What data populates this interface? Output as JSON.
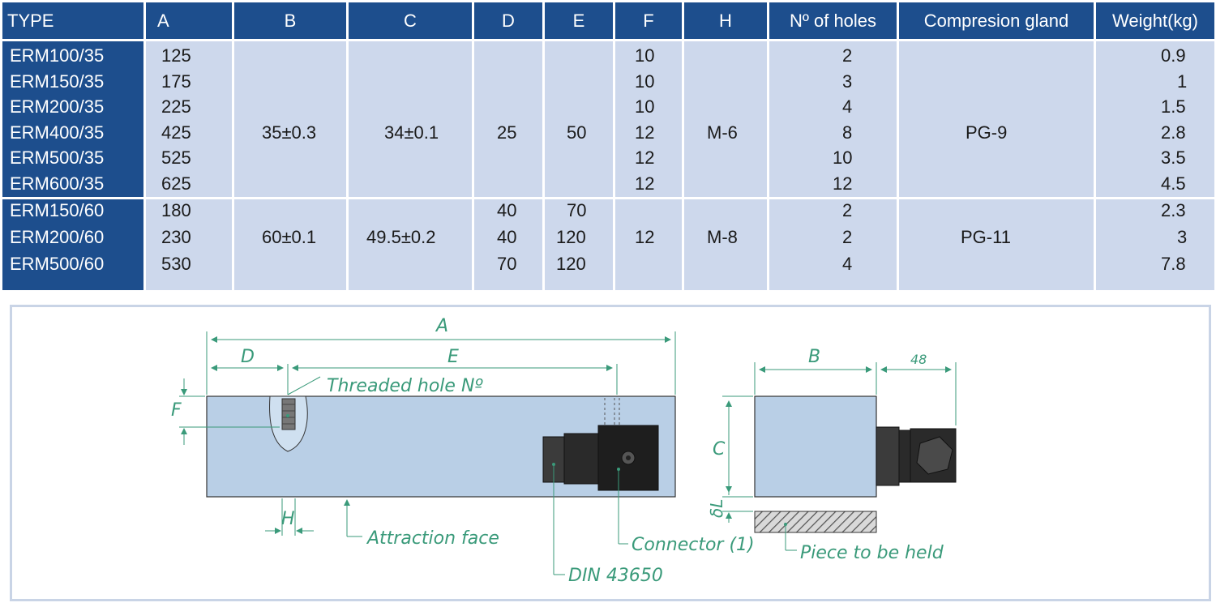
{
  "table": {
    "headers": [
      "TYPE",
      "A",
      "B",
      "C",
      "D",
      "E",
      "F",
      "H",
      "Nº of holes",
      "Compresion gland",
      "Weight(kg)"
    ],
    "rows": [
      {
        "type": "ERM100/35",
        "A": "125",
        "F": "10",
        "holes": "2",
        "weight": "0.9"
      },
      {
        "type": "ERM150/35",
        "A": "175",
        "F": "10",
        "holes": "3",
        "weight": "1"
      },
      {
        "type": "ERM200/35",
        "A": "225",
        "F": "10",
        "holes": "4",
        "weight": "1.5"
      },
      {
        "type": "ERM400/35",
        "A": "425",
        "F": "12",
        "holes": "8",
        "weight": "2.8"
      },
      {
        "type": "ERM500/35",
        "A": "525",
        "F": "12",
        "holes": "10",
        "weight": "3.5"
      },
      {
        "type": "ERM600/35",
        "A": "625",
        "F": "12",
        "holes": "12",
        "weight": "4.5"
      },
      {
        "type": "ERM150/60",
        "A": "180",
        "D": "40",
        "E": "70",
        "holes": "2",
        "weight": "2.3"
      },
      {
        "type": "ERM200/60",
        "A": "230",
        "D": "40",
        "E": "120",
        "holes": "2",
        "weight": "3"
      },
      {
        "type": "ERM500/60",
        "A": "530",
        "D": "70",
        "E": "120",
        "holes": "4",
        "weight": "7.8"
      }
    ],
    "group1": {
      "B": "35±0.3",
      "C": "34±0.1",
      "D": "25",
      "E": "50",
      "H": "M-6",
      "gland": "PG-9"
    },
    "group2": {
      "B": "60±0.1",
      "C": "49.5±0.2",
      "F": "12",
      "H": "M-8",
      "gland": "PG-11"
    }
  },
  "drawing": {
    "label_A": "A",
    "label_D": "D",
    "label_E": "E",
    "label_F": "F",
    "label_H": "H",
    "label_B": "B",
    "label_48": "48",
    "label_C": "C",
    "label_dL": "δL",
    "threaded": "Threaded hole Nº",
    "attraction": "Attraction face",
    "connector": "Connector (1)",
    "din": "DIN 43650",
    "piece": "Piece to be held"
  },
  "colors": {
    "header_blue": "#1d4e8d",
    "cell_blue": "#cdd8ec",
    "body_fill": "#b9cfe6",
    "line_green": "#3a9a7a"
  }
}
